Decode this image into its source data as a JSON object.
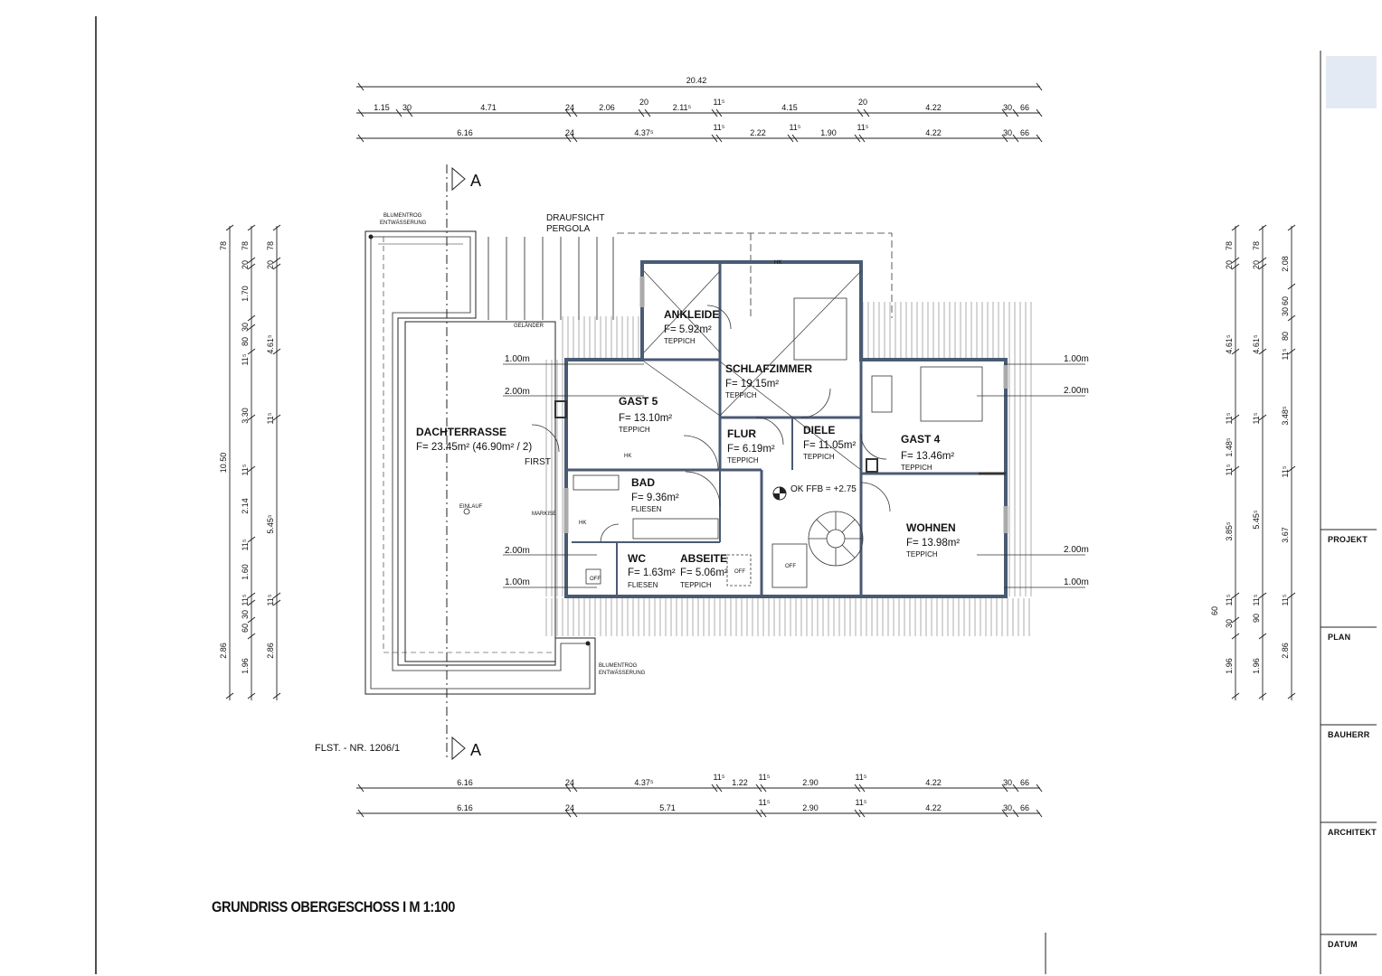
{
  "title": "GRUNDRISS OBERGESCHOSS I M 1:100",
  "parcel": "FLST. - NR. 1206/1",
  "section_marker": "A",
  "title_block": [
    "PROJEKT",
    "PLAN",
    "BAUHERR",
    "ARCHITEKT",
    "DATUM"
  ],
  "rooms": [
    {
      "name": "ANKLEIDE",
      "area": "F= 5.92m²",
      "floor": "TEPPICH"
    },
    {
      "name": "SCHLAFZIMMER",
      "area": "F= 19.15m²",
      "floor": "TEPPICH"
    },
    {
      "name": "GAST 5",
      "area": "F= 13.10m²",
      "floor": "TEPPICH"
    },
    {
      "name": "FLUR",
      "area": "F= 6.19m²",
      "floor": "TEPPICH"
    },
    {
      "name": "DIELE",
      "area": "F= 11.05m²",
      "floor": "TEPPICH"
    },
    {
      "name": "GAST 4",
      "area": "F= 13.46m²",
      "floor": "TEPPICH"
    },
    {
      "name": "DACHTERRASSE",
      "area": "F= 23.45m² (46.90m² / 2)",
      "floor": ""
    },
    {
      "name": "BAD",
      "area": "F= 9.36m²",
      "floor": "FLIESEN"
    },
    {
      "name": "WC",
      "area": "F= 1.63m²",
      "floor": "FLIESEN"
    },
    {
      "name": "ABSEITE",
      "area": "F= 5.06m²",
      "floor": "TEPPICH"
    },
    {
      "name": "WOHNEN",
      "area": "F= 13.98m²",
      "floor": "TEPPICH"
    }
  ],
  "annotations": {
    "blumentrog_1": "BLUMENTROG",
    "entwaesserung_1": "ENTWÄSSERUNG",
    "draufsicht": "DRAUFSICHT",
    "pergola": "PERGOLA",
    "gelaender": "GELÄNDER",
    "first": "FIRST",
    "markise": "MARKISE",
    "einlauf": "EINLAUF",
    "blumentrog_2": "BLUMENTROG",
    "entwaesserung_2": "ENTWÄSSERUNG",
    "ok_ffb": "OK FFB = +2.75",
    "hk": "HK",
    "off": "OFF",
    "h100": "1.00m",
    "h200": "2.00m"
  },
  "dims_top": {
    "overall": "20.42",
    "row2": [
      "1.15",
      "30",
      "4.71",
      "24",
      "2.06",
      "20",
      "2.11⁵",
      "11⁵",
      "4.15",
      "20",
      "4.22",
      "30",
      "66"
    ],
    "row3": [
      "6.16",
      "24",
      "4.37⁵",
      "11⁵",
      "2.22",
      "11⁵",
      "1.90",
      "11⁵",
      "4.22",
      "30",
      "66"
    ]
  },
  "dims_bottom": {
    "row1": [
      "6.16",
      "24",
      "4.37⁵",
      "11⁵",
      "1.22",
      "11⁵",
      "2.90",
      "11⁵",
      "4.22",
      "30",
      "66"
    ],
    "row2": [
      "6.16",
      "24",
      "5.71",
      "11⁵",
      "2.90",
      "11⁵",
      "4.22",
      "30",
      "66"
    ]
  },
  "dims_left": {
    "overall": "10.50",
    "col2": [
      "78",
      "20",
      "1.70",
      "30",
      "80",
      "11⁵",
      "3.30",
      "11⁵",
      "2.14",
      "11⁵",
      "1.60",
      "11⁵",
      "30",
      "60",
      "1.96",
      "2.86"
    ],
    "col3": [
      "78",
      "20",
      "4.61⁵",
      "11⁵",
      "5.45⁵",
      "11⁵",
      "2.86"
    ]
  },
  "dims_right": {
    "col1": [
      "78",
      "20",
      "4.61⁵",
      "11⁵",
      "1.48⁵",
      "11⁵",
      "3.85⁵",
      "11⁵",
      "30",
      "60",
      "1.96"
    ],
    "col2": [
      "78",
      "20",
      "4.61⁵",
      "11⁵",
      "5.45⁵",
      "11⁵",
      "90",
      "1.96"
    ],
    "col3": [
      "2.08",
      "30",
      "60",
      "80",
      "11⁵",
      "3.48⁵",
      "11⁵",
      "3.67",
      "11⁵",
      "2.86"
    ]
  }
}
